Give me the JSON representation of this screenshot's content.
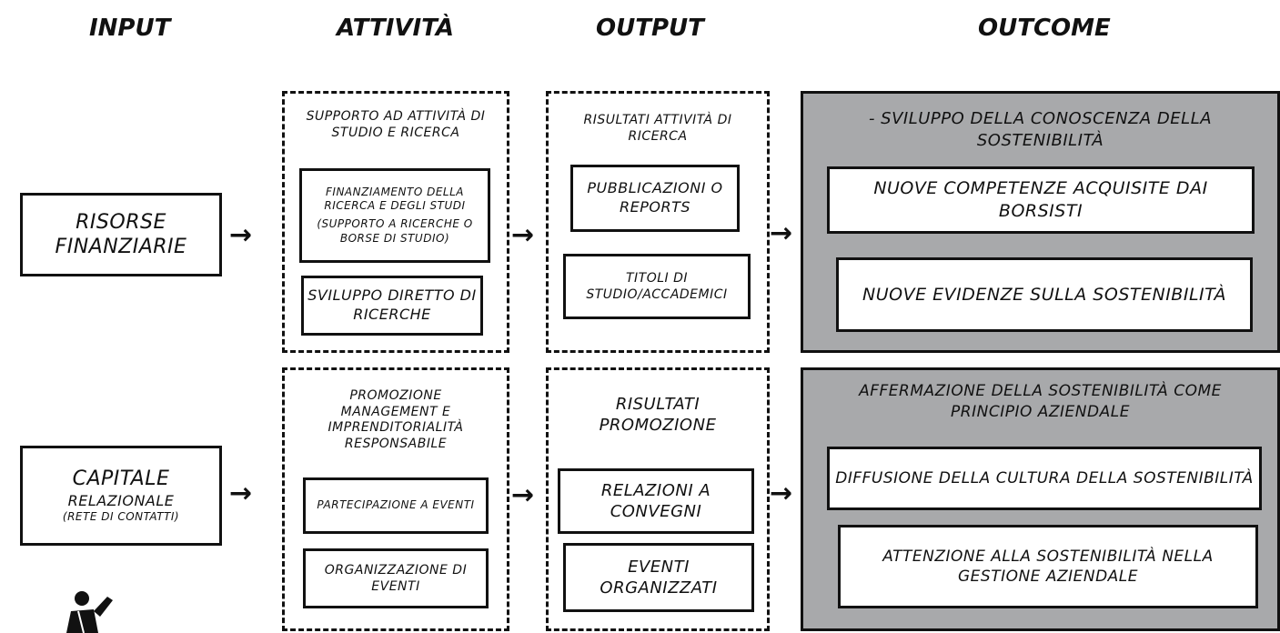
{
  "headers": {
    "input": "INPUT",
    "attivita": "ATTIVITÀ",
    "output": "OUTPUT",
    "outcome": "OUTCOME"
  },
  "inputs": {
    "risorse_finanziarie": "RISORSE FINANZIARIE",
    "capitale_relazionale_title": "CAPITALE",
    "capitale_relazionale_sub": "RELAZIONALE",
    "capitale_relazionale_note": "(RETE DI CONTATTI)"
  },
  "activities": {
    "ricerca_title": "SUPPORTO AD ATTIVITÀ DI STUDIO E RICERCA",
    "finanziamento_line1": "FINANZIAMENTO DELLA RICERCA E DEGLI STUDI",
    "finanziamento_line2": "(SUPPORTO A RICERCHE O BORSE DI STUDIO)",
    "sviluppo_ricerche": "SVILUPPO DIRETTO DI RICERCHE",
    "promozione_title": "PROMOZIONE MANAGEMENT E IMPRENDITORIALITÀ RESPONSABILE",
    "partecipazione_eventi": "PARTECIPAZIONE A EVENTI",
    "organizzazione_eventi": "ORGANIZZAZIONE DI EVENTI"
  },
  "outputs": {
    "ricerca_title": "RISULTATI ATTIVITÀ DI RICERCA",
    "pubblicazioni": "PUBBLICAZIONI O REPORTS",
    "titoli_studio": "TITOLI DI STUDIO/ACCADEMICI",
    "promozione_title": "RISULTATI PROMOZIONE",
    "relazioni_convegni": "RELAZIONI A CONVEGNI",
    "eventi_organizzati": "EVENTI ORGANIZZATI"
  },
  "outcomes": {
    "conoscenza_title": "- SVILUPPO DELLA CONOSCENZA DELLA SOSTENIBILITÀ",
    "nuove_competenze": "NUOVE COMPETENZE ACQUISITE DAI BORSISTI",
    "nuove_evidenze": "NUOVE EVIDENZE SULLA SOSTENIBILITÀ",
    "affermazione_title": "AFFERMAZIONE DELLA SOSTENIBILITÀ COME PRINCIPIO AZIENDALE",
    "diffusione_cultura": "DIFFUSIONE DELLA CULTURA DELLA SOSTENIBILITÀ",
    "attenzione_gestione": "ATTENZIONE ALLA SOSTENIBILITÀ NELLA GESTIONE AZIENDALE"
  },
  "arrows": {
    "glyph": "→"
  },
  "icons": {
    "figure": "person-figure-icon"
  },
  "colors": {
    "outcome_bg": "#a8a9ab",
    "ink": "#111111"
  }
}
